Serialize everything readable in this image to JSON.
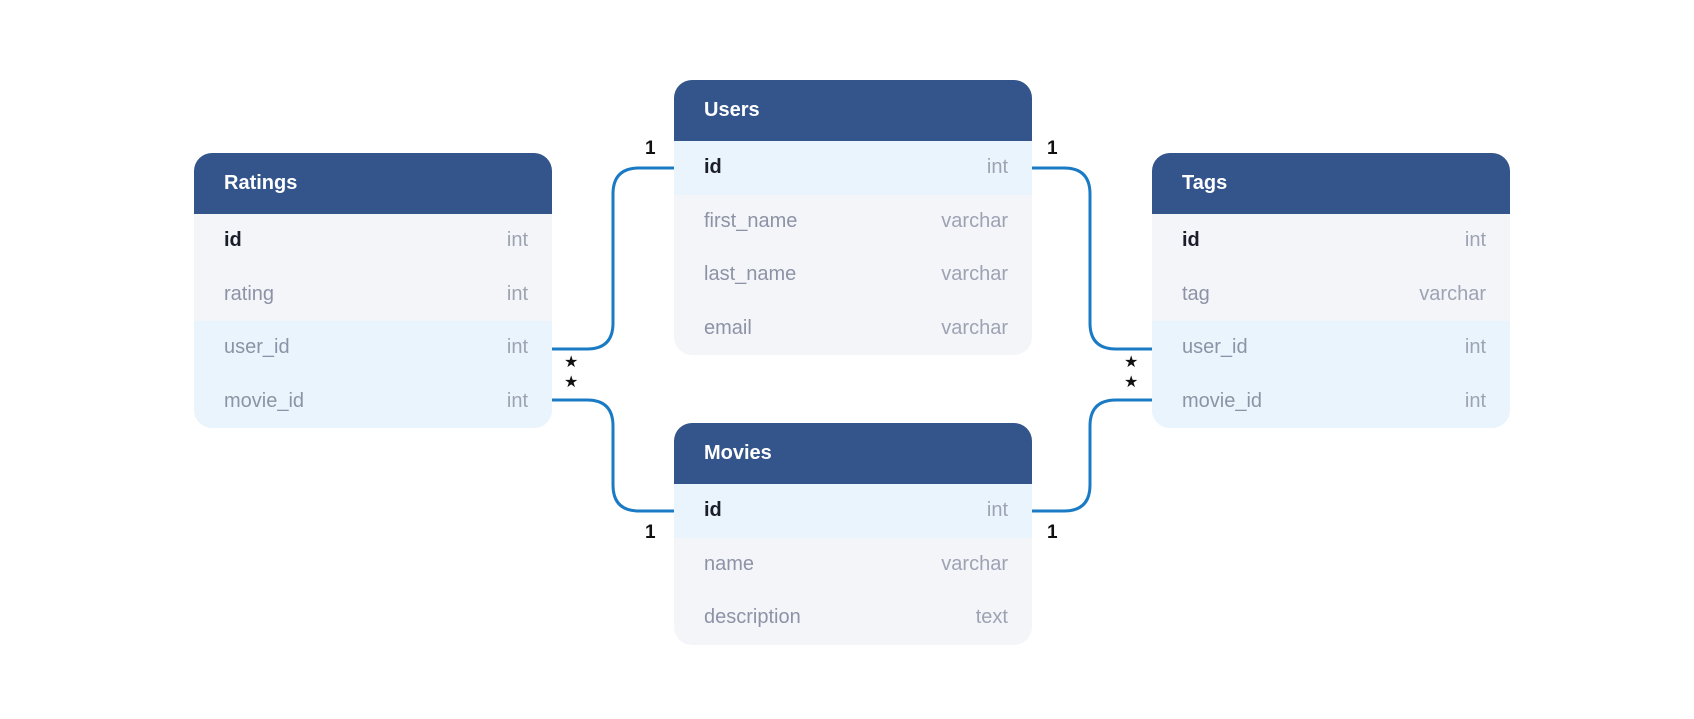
{
  "accent_color": "#1a7bc4",
  "header_color": "#34558b",
  "tables": {
    "ratings": {
      "title": "Ratings",
      "fields": [
        {
          "name": "id",
          "type": "int"
        },
        {
          "name": "rating",
          "type": "int"
        },
        {
          "name": "user_id",
          "type": "int"
        },
        {
          "name": "movie_id",
          "type": "int"
        }
      ]
    },
    "users": {
      "title": "Users",
      "fields": [
        {
          "name": "id",
          "type": "int"
        },
        {
          "name": "first_name",
          "type": "varchar"
        },
        {
          "name": "last_name",
          "type": "varchar"
        },
        {
          "name": "email",
          "type": "varchar"
        }
      ]
    },
    "movies": {
      "title": "Movies",
      "fields": [
        {
          "name": "id",
          "type": "int"
        },
        {
          "name": "name",
          "type": "varchar"
        },
        {
          "name": "description",
          "type": "text"
        }
      ]
    },
    "tags": {
      "title": "Tags",
      "fields": [
        {
          "name": "id",
          "type": "int"
        },
        {
          "name": "tag",
          "type": "varchar"
        },
        {
          "name": "user_id",
          "type": "int"
        },
        {
          "name": "movie_id",
          "type": "int"
        }
      ]
    }
  },
  "cardinality": {
    "one": "1",
    "many": "★"
  }
}
